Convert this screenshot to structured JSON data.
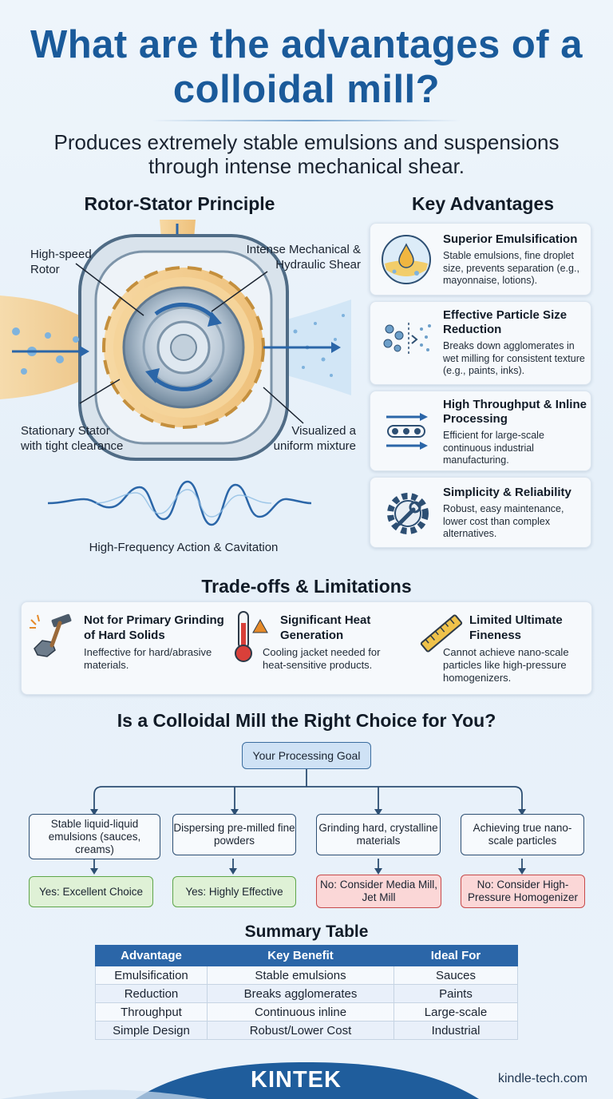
{
  "title": "What are the advantages of a colloidal mill?",
  "subtitle": "Produces extremely stable emulsions and suspensions through intense mechanical shear.",
  "diagram": {
    "heading": "Rotor-Stator Principle",
    "labels": {
      "rotor": "High-speed Rotor",
      "shear": "Intense Mechanical & Hydraulic Shear",
      "stator": "Stationary Stator with tight clearance",
      "mixture": "Visualized a uniform mixture",
      "wave": "High-Frequency Action & Cavitation"
    }
  },
  "advantages": {
    "heading": "Key Advantages",
    "items": [
      {
        "title": "Superior Emulsification",
        "desc": "Stable emulsions, fine droplet size, prevents separation (e.g., mayonnaise, lotions)."
      },
      {
        "title": "Effective Particle Size Reduction",
        "desc": "Breaks down agglomerates in wet milling for consistent texture (e.g., paints, inks)."
      },
      {
        "title": "High Throughput & Inline Processing",
        "desc": "Efficient for large-scale continuous industrial manufacturing."
      },
      {
        "title": "Simplicity & Reliability",
        "desc": "Robust, easy maintenance, lower cost than complex alternatives."
      }
    ]
  },
  "tradeoffs": {
    "heading": "Trade-offs & Limitations",
    "items": [
      {
        "title": "Not for Primary Grinding of Hard Solids",
        "desc": "Ineffective for hard/abrasive materials."
      },
      {
        "title": "Significant Heat Generation",
        "desc": "Cooling jacket needed for heat-sensitive products."
      },
      {
        "title": "Limited Ultimate Fineness",
        "desc": "Cannot achieve nano-scale particles like high-pressure homogenizers."
      }
    ]
  },
  "decision": {
    "heading": "Is a Colloidal Mill the Right Choice for You?",
    "goal": "Your Processing Goal",
    "options": [
      {
        "goal": "Stable liquid-liquid emulsions (sauces, creams)",
        "result": "Yes: Excellent Choice"
      },
      {
        "goal": "Dispersing pre-milled fine powders",
        "result": "Yes: Highly Effective"
      },
      {
        "goal": "Grinding hard, crystalline materials",
        "result": "No: Consider Media Mill, Jet Mill"
      },
      {
        "goal": "Achieving true nano-scale particles",
        "result": "No: Consider High-Pressure Homogenizer"
      }
    ]
  },
  "summary": {
    "heading": "Summary Table",
    "headers": [
      "Advantage",
      "Key Benefit",
      "Ideal For"
    ],
    "rows": [
      [
        "Emulsification",
        "Stable emulsions",
        "Sauces"
      ],
      [
        "Reduction",
        "Breaks agglomerates",
        "Paints"
      ],
      [
        "Throughput",
        "Continuous inline",
        "Large-scale"
      ],
      [
        "Simple Design",
        "Robust/Lower Cost",
        "Industrial"
      ]
    ]
  },
  "footer": {
    "brand": "KINTEK",
    "site": "kindle-tech.com"
  },
  "colors": {
    "primary": "#1a5a9a",
    "table_header": "#2b66a8",
    "yes": "#dff1d6",
    "no": "#fbd7d7"
  }
}
